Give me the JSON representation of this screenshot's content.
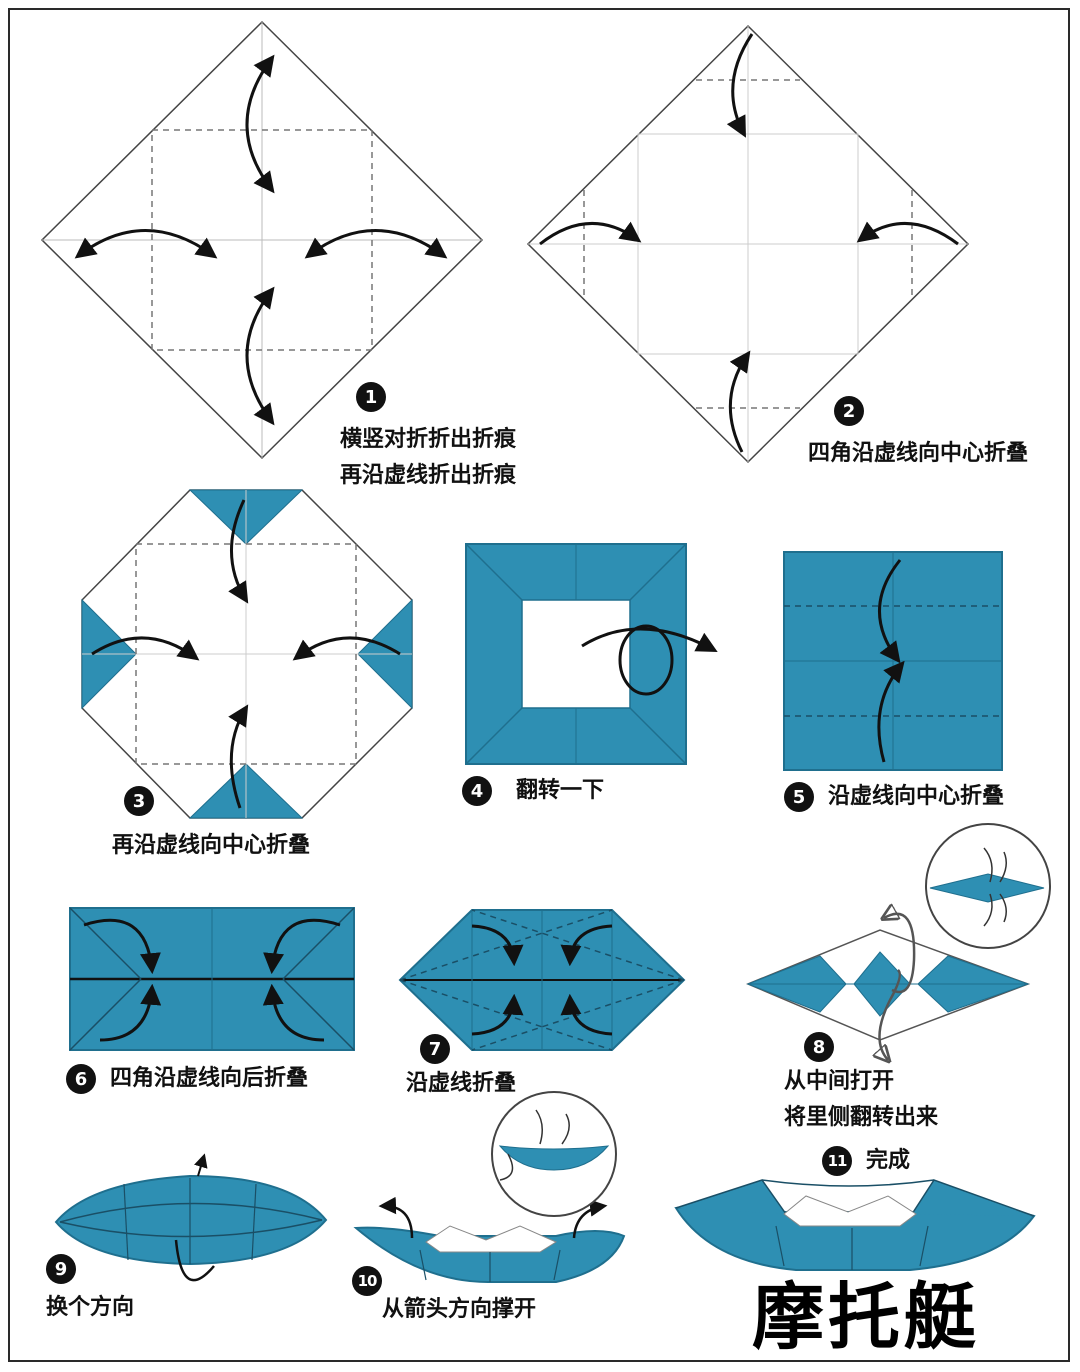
{
  "colors": {
    "paper": "#2e8fb3",
    "paper_dark": "#1f6f8e",
    "white": "#ffffff",
    "line": "#222222",
    "dashed": "#777777"
  },
  "steps": [
    {
      "num": "1",
      "lines": [
        "横竖对折折出折痕",
        "再沿虚线折出折痕"
      ]
    },
    {
      "num": "2",
      "lines": [
        "四角沿虚线向中心折叠"
      ]
    },
    {
      "num": "3",
      "lines": [
        "再沿虚线向中心折叠"
      ]
    },
    {
      "num": "4",
      "lines": [
        "翻转一下"
      ]
    },
    {
      "num": "5",
      "lines": [
        "沿虚线向中心折叠"
      ]
    },
    {
      "num": "6",
      "lines": [
        "四角沿虚线向后折叠"
      ]
    },
    {
      "num": "7",
      "lines": [
        "沿虚线折叠"
      ]
    },
    {
      "num": "8",
      "lines": [
        "从中间打开",
        "将里侧翻转出来"
      ]
    },
    {
      "num": "9",
      "lines": [
        "换个方向"
      ]
    },
    {
      "num": "10",
      "lines": [
        "从箭头方向撑开"
      ]
    },
    {
      "num": "11",
      "lines": [
        "完成"
      ]
    }
  ],
  "title": "摩托艇"
}
